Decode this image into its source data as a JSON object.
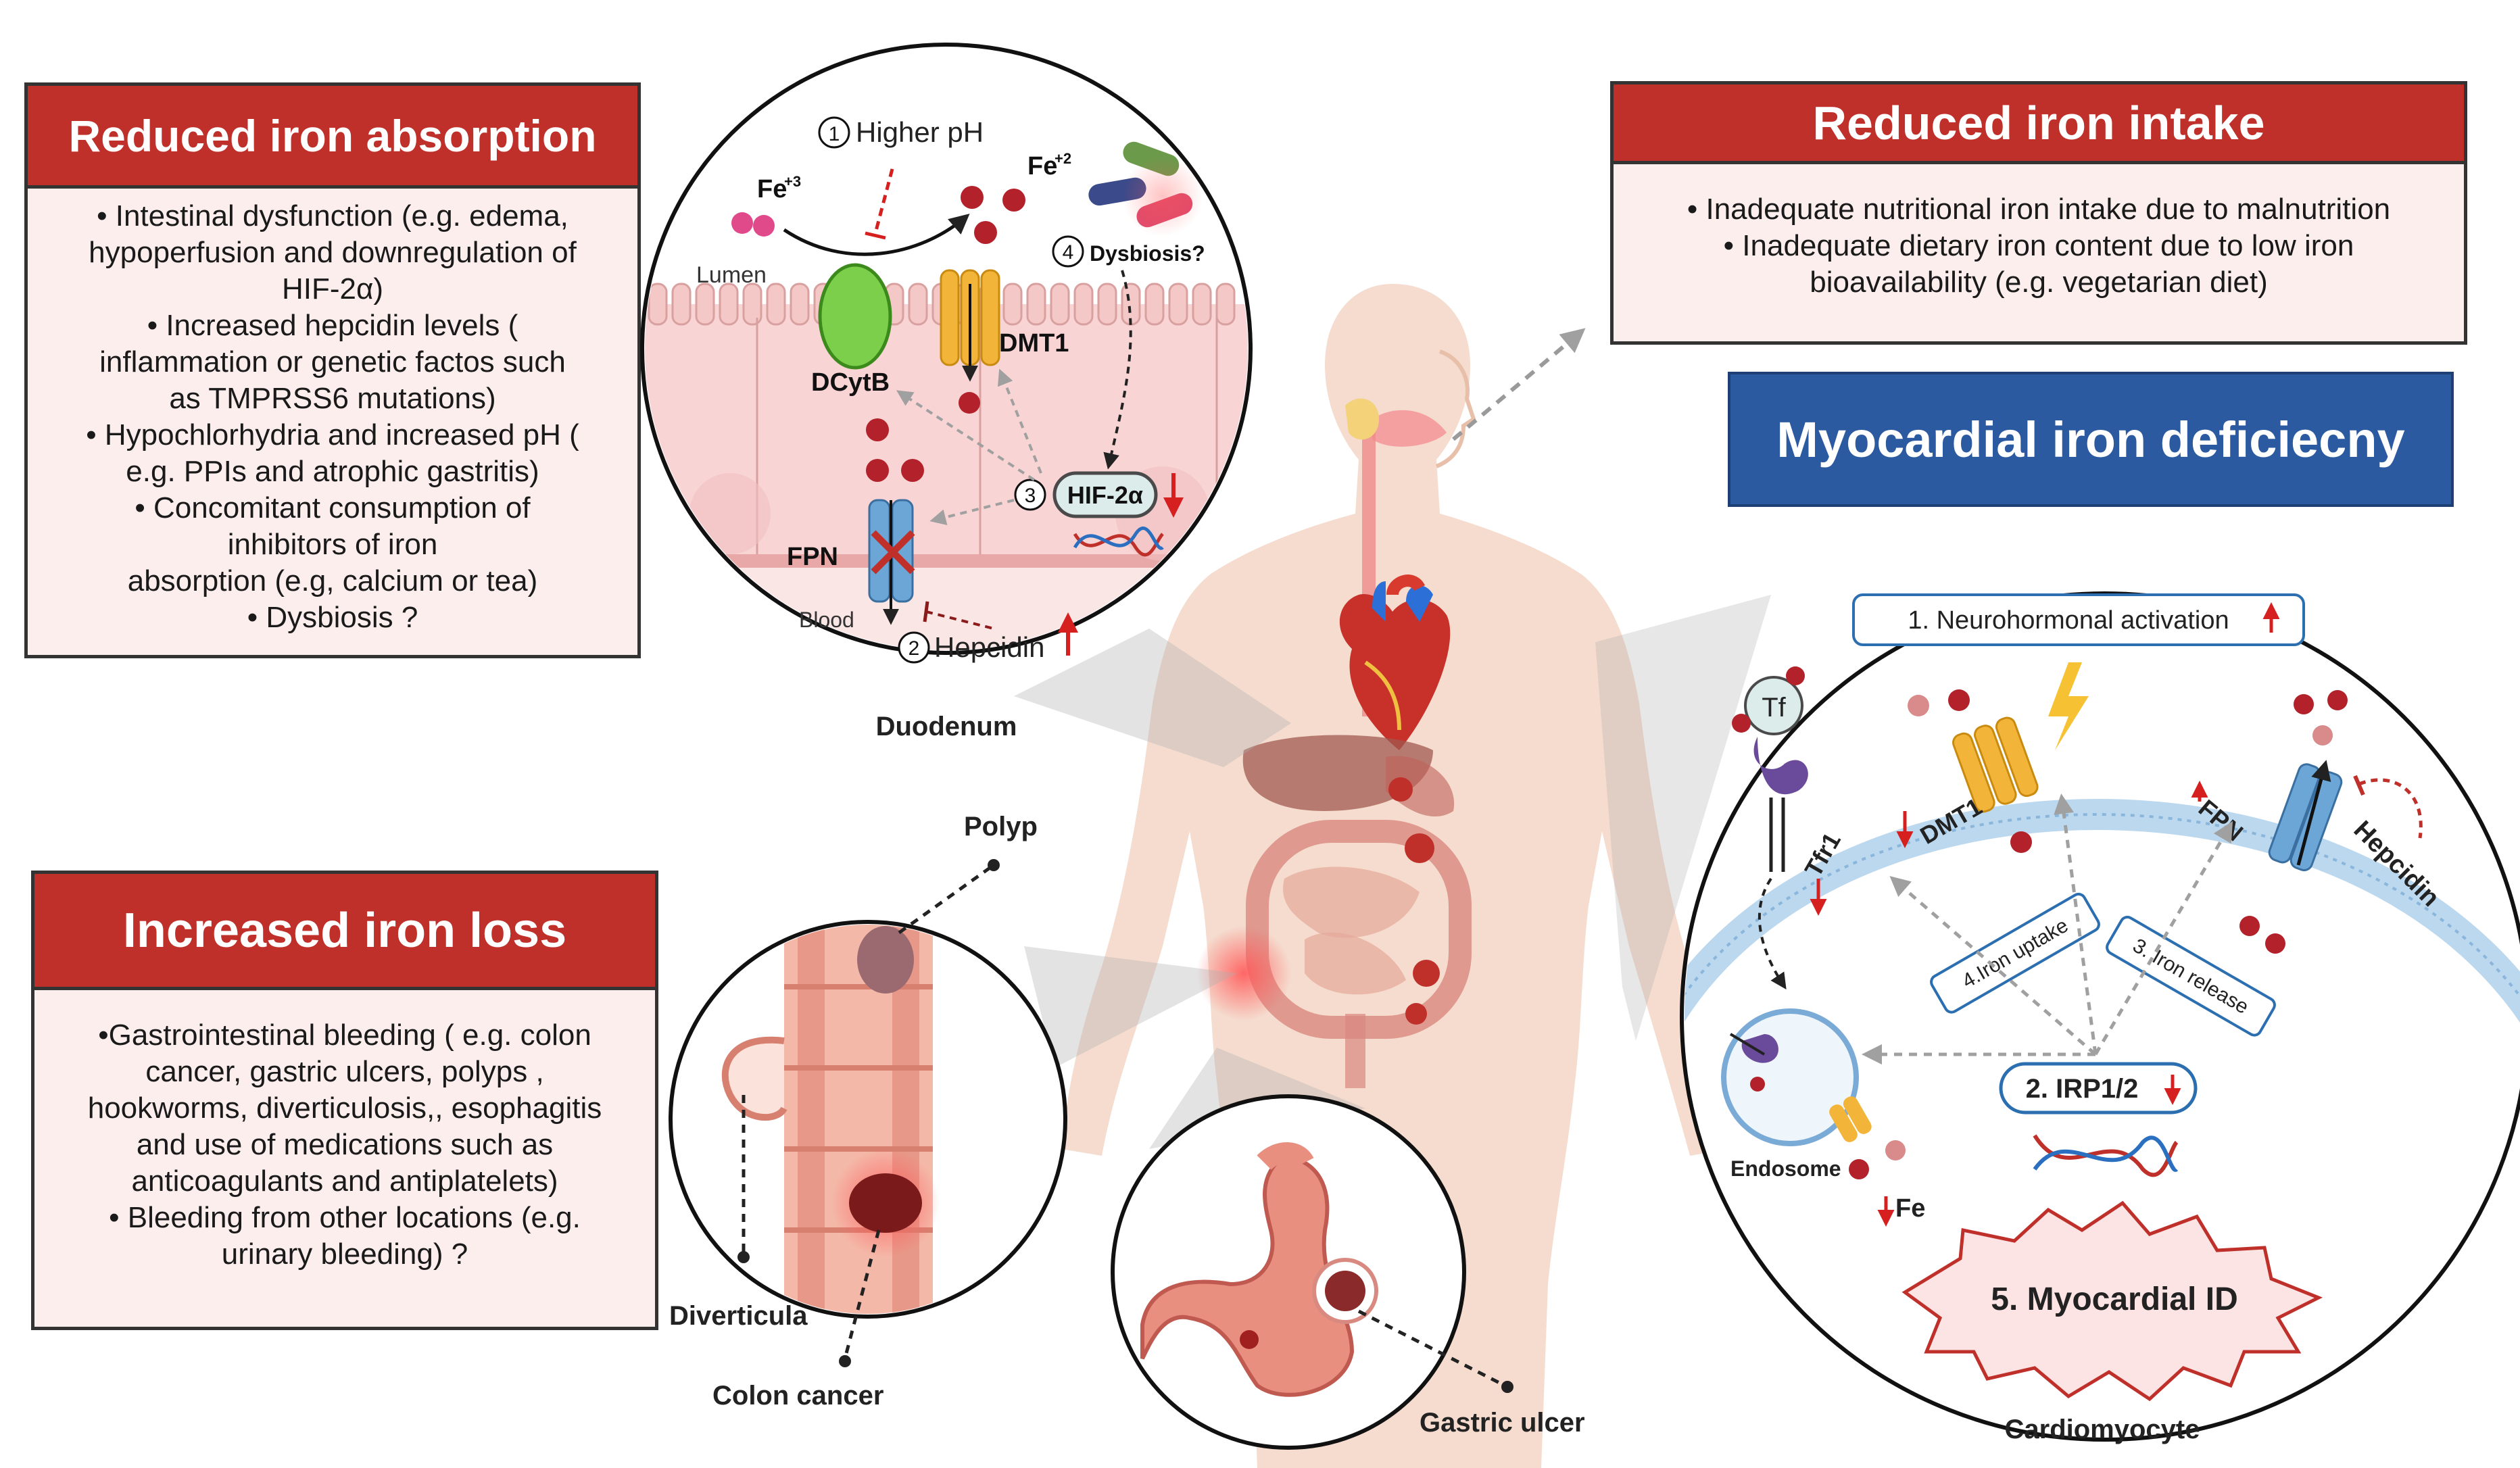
{
  "absorption_box": {
    "title": "Reduced iron absorption",
    "lines": [
      "• Intestinal dysfunction (e.g. edema,",
      "hypoperfusion and downregulation of",
      "HIF-2α)",
      "• Increased hepcidin levels (",
      "inflammation or genetic factos such",
      "as TMPRSS6 mutations)",
      "• Hypochlorhydria and increased pH (",
      "e.g. PPIs and atrophic gastritis)",
      "• Concomitant consumption of",
      "inhibitors of iron",
      "absorption (e.g, calcium or tea)",
      "• Dysbiosis ?"
    ]
  },
  "intake_box": {
    "title": "Reduced iron intake",
    "lines": [
      "• Inadequate nutritional iron intake due to malnutrition",
      "• Inadequate dietary iron content due to low iron",
      "bioavailability (e.g. vegetarian diet)"
    ]
  },
  "loss_box": {
    "title": "Increased iron loss",
    "lines": [
      "•Gastrointestinal bleeding ( e.g. colon",
      "cancer,  gastric ulcers, polyps ,",
      "hookworms, diverticulosis,, esophagitis",
      "and use of medications such as",
      "anticoagulants and antiplatelets)",
      "• Bleeding from other locations  (e.g.",
      "urinary bleeding) ?"
    ]
  },
  "myocardial_box": {
    "title": "Myocardial iron deficiecny"
  },
  "duodenum": {
    "caption": "Duodenum",
    "labels": {
      "higher_ph": "Higher pH",
      "fe3": "Fe",
      "fe3_sup": "+3",
      "fe2": "Fe",
      "fe2_sup": "+2",
      "lumen": "Lumen",
      "dysbiosis": "Dysbiosis?",
      "dcytb": "DCytB",
      "dmt1": "DMT1",
      "hif": "HIF-2α",
      "fpn": "FPN",
      "blood": "Blood",
      "hepcidin": "Hepcidin",
      "n1": "1",
      "n2": "2",
      "n3": "3",
      "n4": "4"
    }
  },
  "gi_labels": {
    "polyp": "Polyp",
    "diverticula": "Diverticula",
    "colon_cancer": "Colon cancer",
    "gastric_ulcer": "Gastric ulcer"
  },
  "cardio": {
    "caption": "Cardiomyocyte",
    "neuro": "1. Neurohormonal activation",
    "tf": "Tf",
    "tfr1": "Tfr1",
    "dmt1": "DMT1",
    "fpn": "FPN",
    "hepcidin": "Hepcidin",
    "uptake": "4.Iron uptake",
    "release": "3. Iron release",
    "irp": "2. IRP1/2",
    "endosome": "Endosome",
    "fe": "Fe",
    "myocardial_id": "5. Myocardial ID"
  },
  "colors": {
    "header_red": "#c0302a",
    "box_fill": "#fdeeee",
    "blue_box": "#2c5aa0",
    "iron_red": "#b3222a",
    "arrow_red": "#d62020"
  }
}
